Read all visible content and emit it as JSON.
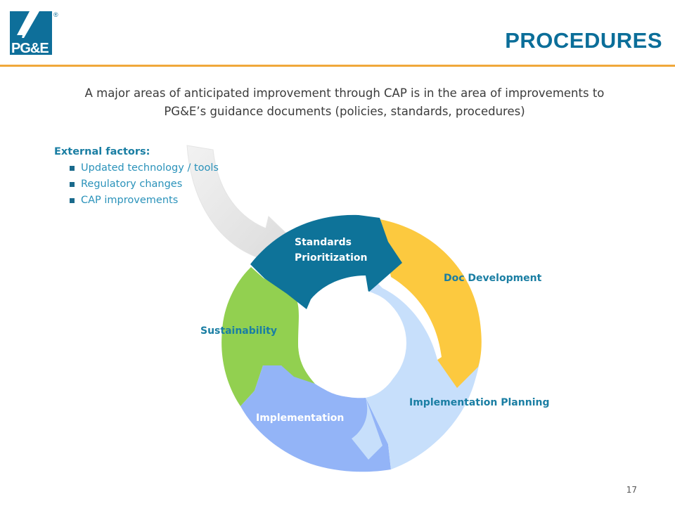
{
  "brand": {
    "logo_text": "PG&E",
    "registered_mark": "®",
    "colors": {
      "blue": "#0e6f9a",
      "accent": "#f0a83b"
    }
  },
  "header": {
    "title": "PROCEDURES"
  },
  "intro": {
    "line1": "A major areas of anticipated improvement through CAP is in the area of improvements to",
    "line2": "PG&E’s guidance documents (policies, standards, procedures)"
  },
  "external_factors": {
    "title": "External factors:",
    "items": [
      {
        "label": "Updated technology / tools"
      },
      {
        "label": "Regulatory changes"
      },
      {
        "label": "CAP improvements"
      }
    ]
  },
  "cycle": {
    "stages": [
      {
        "label_line1": "Standards",
        "label_line2": "Prioritization",
        "color": "#0e7399",
        "label_color": "#ffffff"
      },
      {
        "label": "Doc Development",
        "color": "#fcc93f",
        "label_color": "#1a7ea3"
      },
      {
        "label": "Implementation Planning",
        "color": "#c7dffb",
        "label_color": "#1a7ea3"
      },
      {
        "label": "Implementation",
        "color": "#93b4f7",
        "label_color": "#ffffff"
      },
      {
        "label": "Sustainability",
        "color": "#92d050",
        "label_color": "#1a7ea3"
      }
    ]
  },
  "footer": {
    "page_number": "17"
  }
}
